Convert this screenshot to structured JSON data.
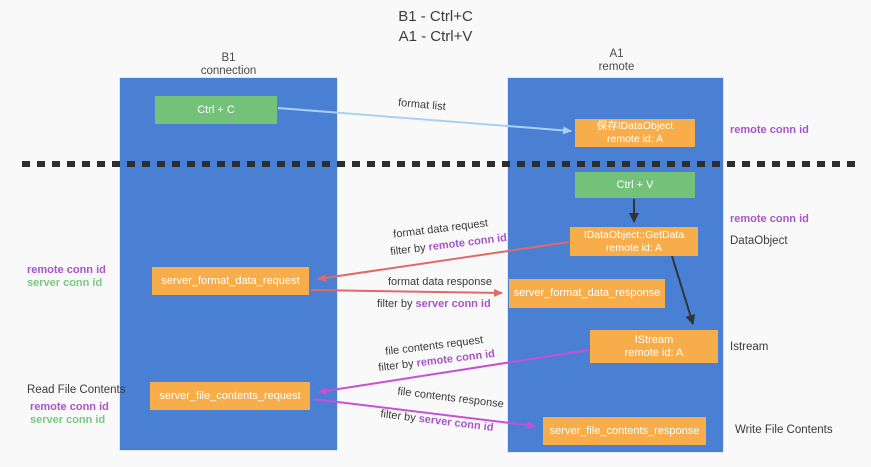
{
  "title": {
    "line1": "B1 - Ctrl+C",
    "line2": "A1 - Ctrl+V"
  },
  "lanes": {
    "left": {
      "name": "B1",
      "role": "connection"
    },
    "right": {
      "name": "A1",
      "role": "remote"
    }
  },
  "nodes": {
    "ctrl_c": {
      "label": "Ctrl + C"
    },
    "save_idataobject": {
      "line1": "保存IDataObject",
      "line2": "remote id: A"
    },
    "ctrl_v": {
      "label": "Ctrl + V"
    },
    "getdata": {
      "line1": "IDataObject::GetData",
      "line2": "remote id: A"
    },
    "istream": {
      "line1": "IStream",
      "line2": "remote id: A"
    },
    "server_format_data_request": {
      "label": "server_format_data_request"
    },
    "server_format_data_response": {
      "label": "server_format_data_response"
    },
    "server_file_contents_request": {
      "label": "server_file_contents_request"
    },
    "server_file_contents_response": {
      "label": "server_file_contents_response"
    }
  },
  "side_labels": {
    "remote_conn_id": "remote conn id",
    "server_conn_id": "server conn id",
    "dataobject": "DataObject",
    "istream": "Istream",
    "read_file_contents": "Read File Contents",
    "write_file_contents": "Write File Contents"
  },
  "edge_labels": {
    "format_list": "format list",
    "format_data_request": "format data request",
    "format_data_response": "format data response",
    "file_contents_request": "file contents request",
    "file_contents_response": "file contents response",
    "filter_by": "filter by ",
    "remote_conn_id": "remote conn id",
    "server_conn_id": "server conn id"
  },
  "colors": {
    "lane_blue": "#4a80d4",
    "node_orange": "#f7ad49",
    "node_green": "#74c17a",
    "arrow_red": "#e06a6a",
    "arrow_magenta": "#c94fd4",
    "arrow_light_blue": "#a8d2f0",
    "arrow_black": "#333333",
    "label_purple": "#a855c7",
    "label_green": "#77ca80",
    "divider_black": "#2e2e2e"
  }
}
